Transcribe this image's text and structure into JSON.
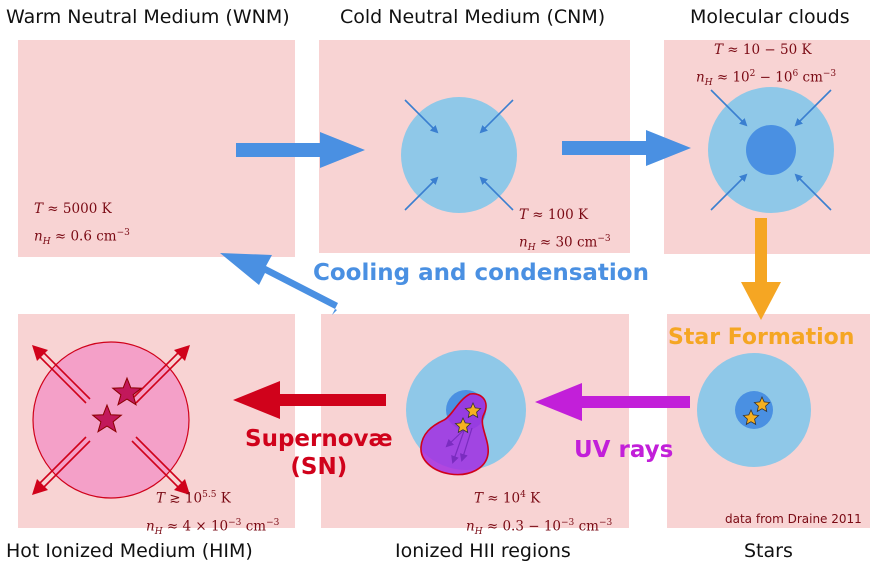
{
  "panels": {
    "wnm": {
      "title": "Warm Neutral Medium (WNM)",
      "T": "5000",
      "n": "0.6"
    },
    "cnm": {
      "title": "Cold Neutral Medium (CNM)",
      "T": "100",
      "n": "30"
    },
    "mol": {
      "title": "Molecular clouds",
      "T": "10 − 50",
      "n_lo": "10",
      "n_lo_exp": "2",
      "n_hi": "10",
      "n_hi_exp": "6"
    },
    "him": {
      "title": "Hot Ionized Medium (HIM)",
      "T": "10",
      "T_exp": "5.5",
      "n": "4 × 10",
      "n_exp": "−3"
    },
    "hii": {
      "title": "Ionized HII regions",
      "T": "10",
      "T_exp": "4",
      "n": "0.3 − 10",
      "n_exp": "−3"
    },
    "stars": {
      "title": "Stars"
    }
  },
  "labels": {
    "cooling": "Cooling and condensation",
    "star_formation": "Star Formation",
    "uv": "UV rays",
    "sn_line1": "Supernovæ",
    "sn_line2": "(SN)",
    "credit": "data from Draine 2011"
  },
  "colors": {
    "panel": "#f8d3d3",
    "blue_arrow": "#4a90e2",
    "orange": "#f5a623",
    "purple": "#c21fd9",
    "red": "#d0021b",
    "cloud_light": "#8fc8e8",
    "cloud_dark": "#4a90e2",
    "param_text": "#7a0a14"
  }
}
